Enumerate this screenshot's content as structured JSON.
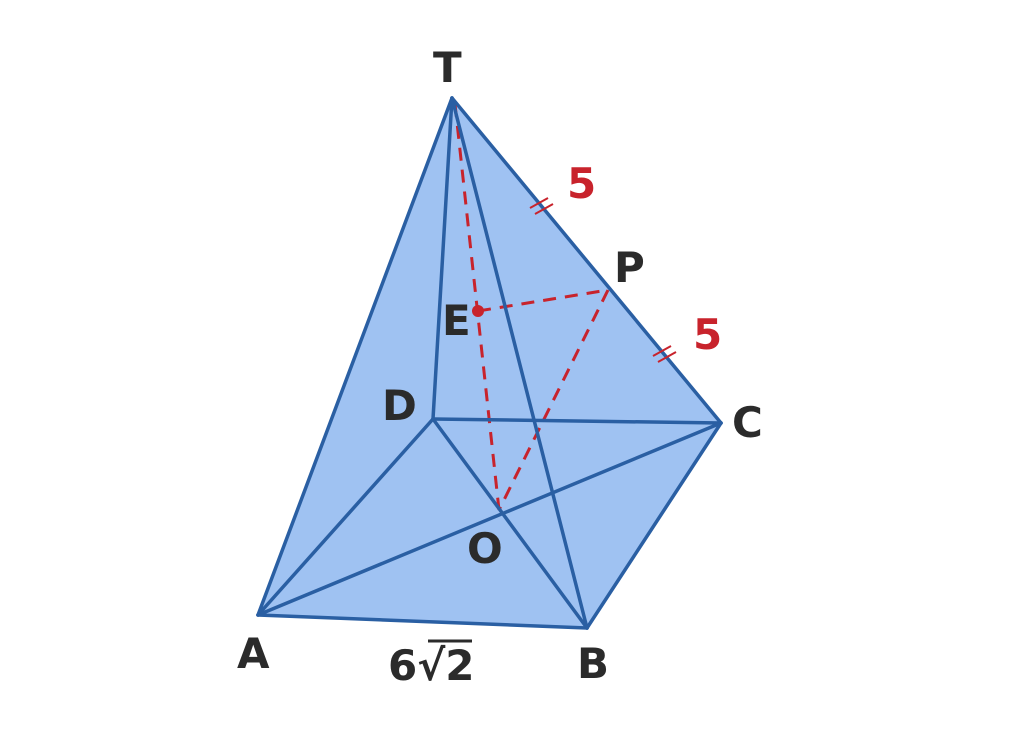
{
  "diagram": {
    "title": "Square pyramid TABCD",
    "points": {
      "T": "T",
      "A": "A",
      "B": "B",
      "C": "C",
      "D": "D",
      "O": "O",
      "P": "P",
      "E": "E"
    },
    "lengths": {
      "TP": "5",
      "PC": "5",
      "AB": "6√2"
    },
    "colors": {
      "face_fill": "#9fc2f2",
      "edge": "#2a5fa3",
      "dashed": "#c8232c",
      "label": "#2b2b2b"
    }
  }
}
